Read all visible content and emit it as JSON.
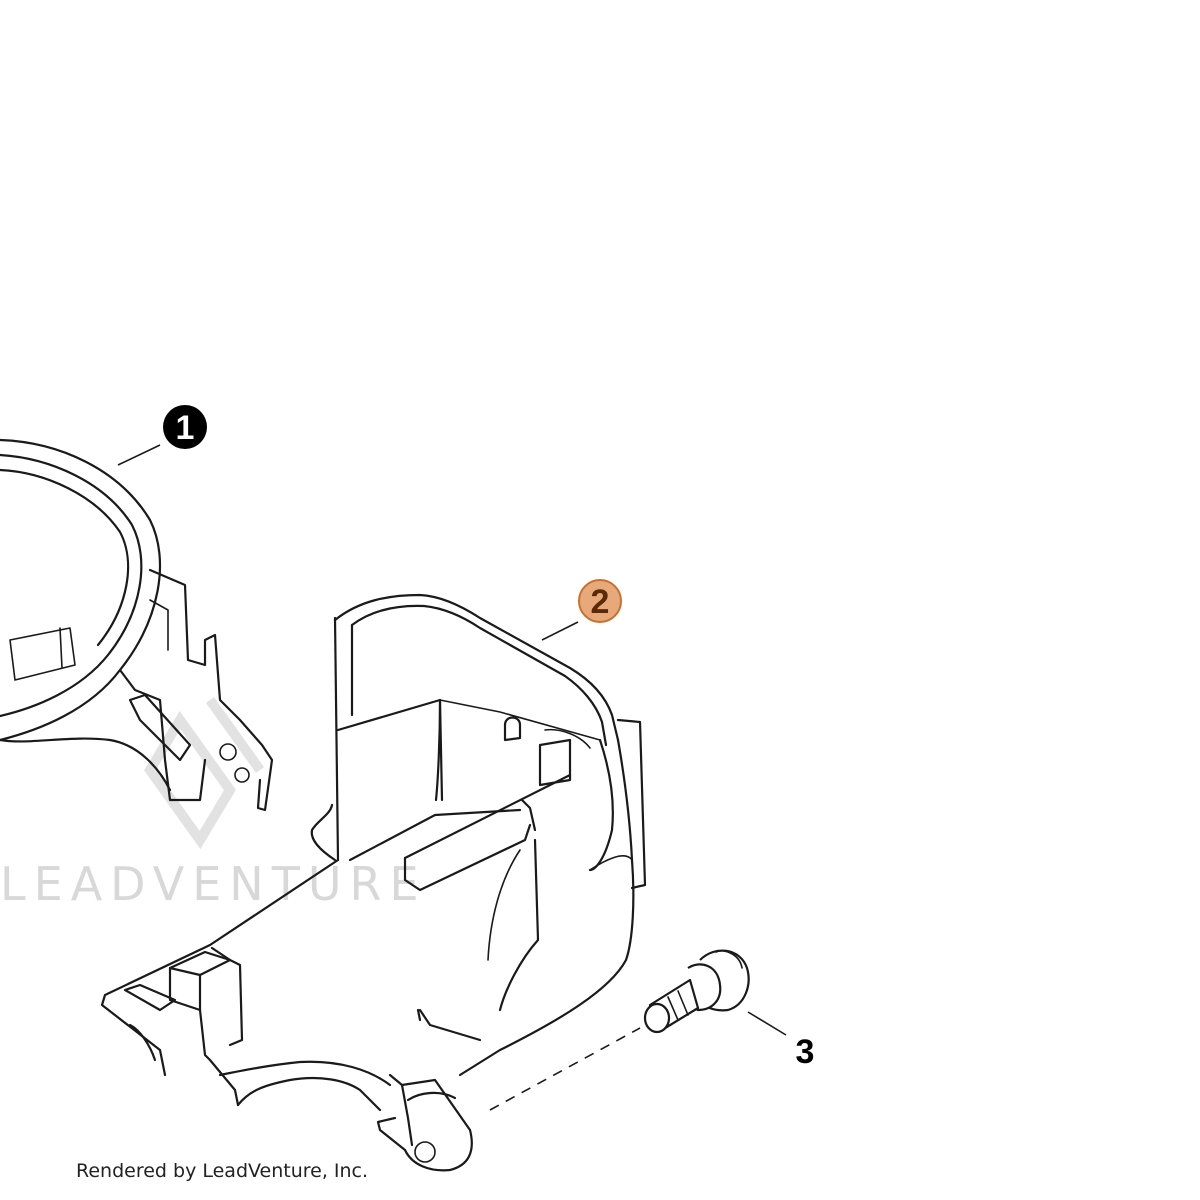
{
  "callouts": [
    {
      "label": "1",
      "style": "filled-black"
    },
    {
      "label": "2",
      "style": "highlighted-orange"
    },
    {
      "label": "3",
      "style": "plain"
    }
  ],
  "watermark": "LEADVENTURE",
  "footer": "Rendered by LeadVenture, Inc.",
  "colors": {
    "line": "#1a1a1a",
    "callout_highlight_fill": "#e8a97a",
    "callout_highlight_border": "#c9702e",
    "callout_highlight_text": "#5a2a08",
    "watermark": "#d8d8d8"
  }
}
